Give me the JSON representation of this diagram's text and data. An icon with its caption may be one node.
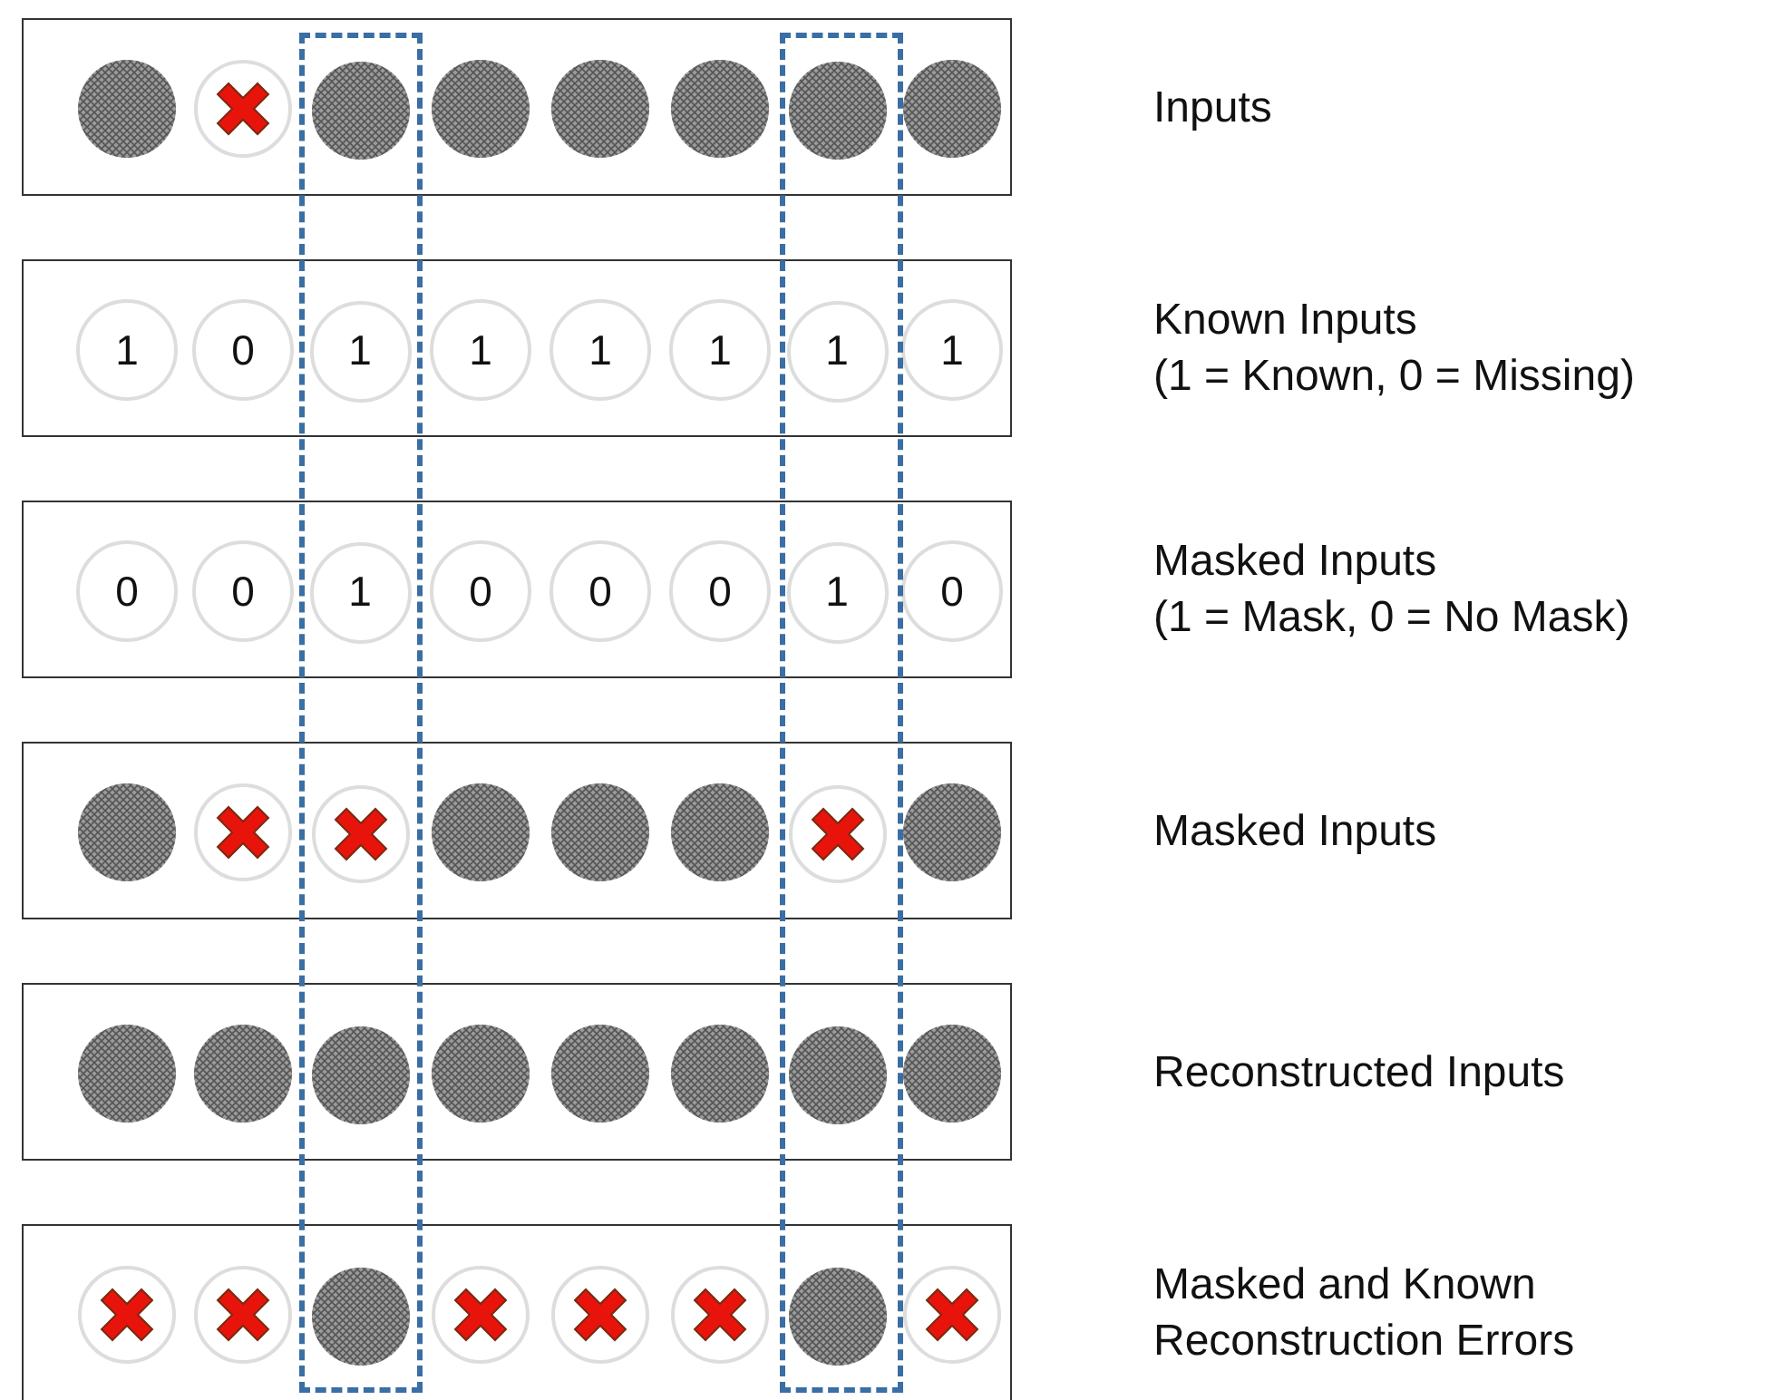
{
  "diagram": {
    "nodes": [
      {
        "text": [],
        "shape": "box",
        "beside": [
          "Inputs"
        ]
      },
      {
        "text": [],
        "shape": "circle",
        "in": 0
      },
      {
        "text": [],
        "shape": "cross",
        "in": 0
      },
      {
        "text": [],
        "shape": "circle"
      },
      {
        "text": [],
        "shape": "circle",
        "in": 0
      },
      {
        "text": [],
        "shape": "circle",
        "in": 0
      },
      {
        "text": [],
        "shape": "circle",
        "in": 0
      },
      {
        "text": [],
        "shape": "circle"
      },
      {
        "text": [],
        "shape": "circle",
        "in": 0
      },
      {
        "text": [],
        "shape": "box",
        "beside": [
          "Known Inputs",
          "(1 = Known, 0 = Missing)"
        ]
      },
      {
        "text": [
          "1"
        ],
        "in": 9
      },
      {
        "text": [
          "0"
        ],
        "in": 9
      },
      {
        "text": [
          "1"
        ]
      },
      {
        "text": [
          "1"
        ],
        "in": 9
      },
      {
        "text": [
          "1"
        ],
        "in": 9
      },
      {
        "text": [
          "1"
        ],
        "in": 9
      },
      {
        "text": [
          "1"
        ]
      },
      {
        "text": [
          "1"
        ],
        "in": 9
      },
      {
        "text": [],
        "shape": "box",
        "beside": [
          "Masked Inputs",
          "(1 = Mask, 0 = No Mask)"
        ]
      },
      {
        "text": [
          "0"
        ],
        "in": 18
      },
      {
        "text": [
          "0"
        ],
        "in": 18
      },
      {
        "text": [
          "1"
        ]
      },
      {
        "text": [
          "0"
        ],
        "in": 18
      },
      {
        "text": [
          "0"
        ],
        "in": 18
      },
      {
        "text": [
          "0"
        ],
        "in": 18
      },
      {
        "text": [
          "1"
        ]
      },
      {
        "text": [
          "0"
        ],
        "in": 18
      },
      {
        "text": [],
        "shape": "box",
        "beside": [
          "Masked Inputs"
        ]
      },
      {
        "text": [],
        "shape": "circle",
        "in": 27
      },
      {
        "text": [],
        "shape": "cross",
        "in": 27
      },
      {
        "text": [],
        "shape": "cross"
      },
      {
        "text": [],
        "shape": "circle",
        "in": 27
      },
      {
        "text": [],
        "shape": "circle",
        "in": 27
      },
      {
        "text": [],
        "shape": "circle",
        "in": 27
      },
      {
        "text": [],
        "shape": "cross"
      },
      {
        "text": [],
        "shape": "circle",
        "in": 27
      },
      {
        "text": [],
        "shape": "box",
        "beside": [
          "Reconstructed Inputs"
        ]
      },
      {
        "text": [],
        "shape": "circle",
        "in": 36
      },
      {
        "text": [],
        "shape": "circle",
        "in": 36
      },
      {
        "text": [],
        "shape": "circle"
      },
      {
        "text": [],
        "shape": "circle",
        "in": 36
      },
      {
        "text": [],
        "shape": "circle",
        "in": 36
      },
      {
        "text": [],
        "shape": "circle",
        "in": 36
      },
      {
        "text": [],
        "shape": "circle"
      },
      {
        "text": [],
        "shape": "circle",
        "in": 36
      },
      {
        "text": [],
        "shape": "box",
        "beside": [
          "Masked and Known Reconstruction Errors"
        ]
      },
      {
        "text": [],
        "shape": "cross",
        "in": 45
      },
      {
        "text": [],
        "shape": "cross",
        "in": 45
      },
      {
        "text": [],
        "shape": "circle"
      },
      {
        "text": [],
        "shape": "cross",
        "in": 45
      },
      {
        "text": [],
        "shape": "cross",
        "in": 45
      },
      {
        "text": [],
        "shape": "cross",
        "in": 45
      },
      {
        "text": [],
        "shape": "circle"
      },
      {
        "text": [],
        "shape": "cross",
        "in": 45
      },
      {
        "text": [],
        "shape": "box"
      },
      {
        "text": [],
        "shape": "box"
      }
    ]
  }
}
